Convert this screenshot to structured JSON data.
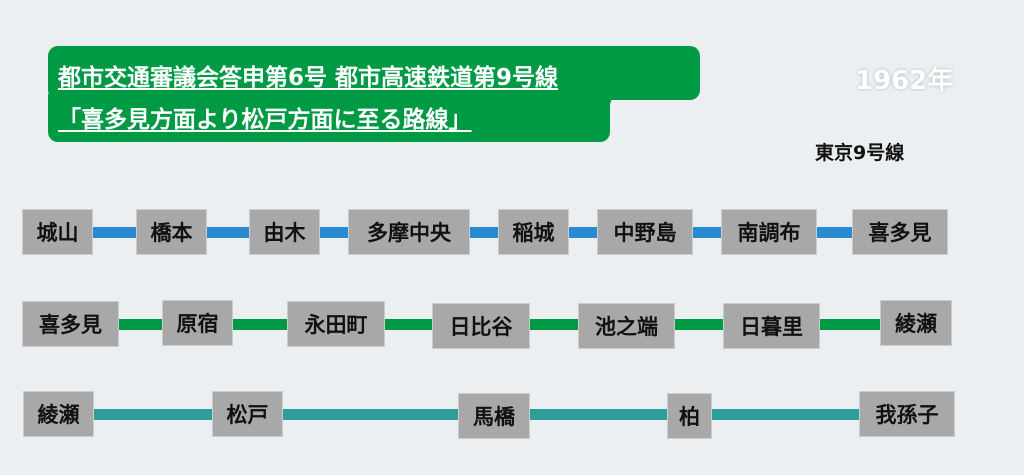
{
  "title": {
    "line1": "都市交通審議会答申第6号 都市高速鉄道第9号線",
    "line2": "「喜多見方面より松戸方面に至る路線」"
  },
  "year": "1962年",
  "line_name": "東京9号線",
  "colors": {
    "background": "#eceff1",
    "title_bg": "#009a44",
    "row1": "#2a8bd0",
    "row2": "#009944",
    "row3": "#2e9e9a",
    "station": "#a8a8a8"
  },
  "rows": [
    {
      "stations": [
        "城山",
        "橋本",
        "由木",
        "多摩中央",
        "稲城",
        "中野島",
        "南調布",
        "喜多見"
      ]
    },
    {
      "stations": [
        "喜多見",
        "原宿",
        "永田町",
        "日比谷",
        "池之端",
        "日暮里",
        "綾瀬"
      ]
    },
    {
      "stations": [
        "綾瀬",
        "松戸",
        "馬橋",
        "柏",
        "我孫子"
      ]
    }
  ]
}
